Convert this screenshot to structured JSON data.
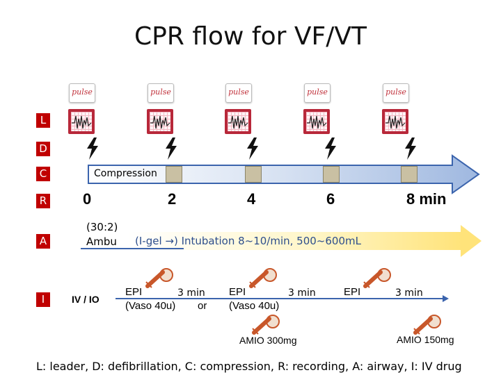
{
  "title": "CPR flow for VF/VT",
  "rows": [
    "L",
    "D",
    "C",
    "R",
    "A",
    "I"
  ],
  "badge_text": "pulse",
  "icons": {
    "leader": "ecg-monitor-icon",
    "defib": "lightning-bolt-icon",
    "drug": "syringe-icon"
  },
  "compression": {
    "label": "Compression"
  },
  "times": [
    "0",
    "2",
    "4",
    "6",
    "8 min"
  ],
  "airway": {
    "ratio": "(30:2)",
    "ambu": "Ambu",
    "text": "(I-gel →) Intubation 8~10/min, 500~600mL"
  },
  "iv": {
    "route": "IV / IO",
    "epi1": "EPI",
    "min1": "3 min",
    "vaso1": "(Vaso 40u)",
    "or": "or",
    "epi2": "EPI",
    "min2": "3 min",
    "vaso2": "(Vaso 40u)",
    "epi3": "EPI",
    "min3": "3 min",
    "amio1": "AMIO 300mg",
    "amio2": "AMIO 150mg"
  },
  "legend": "L: leader, D: defibrillation, C: compression, R: recording, A: airway, I: IV drug",
  "colors": {
    "row_box": "#c00000",
    "arrow_fill": "#c7d6ee",
    "arrow_stroke": "#3b64ad",
    "drug_icon": "#c8572a",
    "tick_box": "#c9c0a3"
  }
}
